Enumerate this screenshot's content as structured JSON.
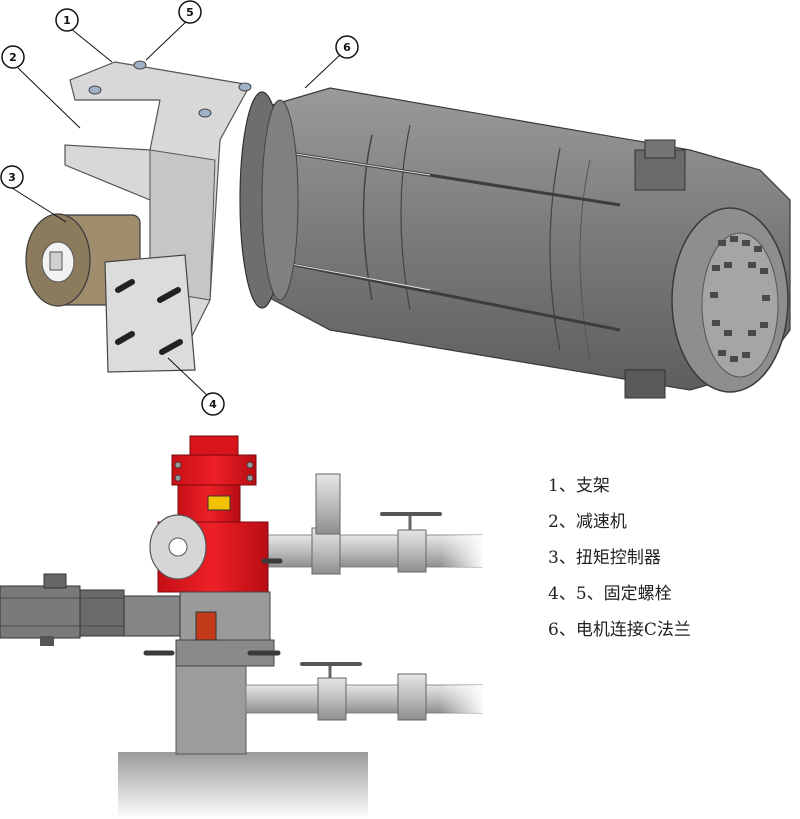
{
  "callouts": [
    {
      "num": "1"
    },
    {
      "num": "2"
    },
    {
      "num": "3"
    },
    {
      "num": "4"
    },
    {
      "num": "5"
    },
    {
      "num": "6"
    }
  ],
  "legend": [
    {
      "text": "1、支架"
    },
    {
      "text": "2、减速机"
    },
    {
      "text": "3、扭矩控制器"
    },
    {
      "text": "4、5、固定螺栓"
    },
    {
      "text": "6、电机连接C法兰"
    }
  ],
  "colors": {
    "motor_gray": "#7d7d7d",
    "bracket_light": "#dcdcdc",
    "red_housing": "#e3141c",
    "pipe_gray": "#c4c4c4",
    "base_gray": "#8a8a8a"
  }
}
